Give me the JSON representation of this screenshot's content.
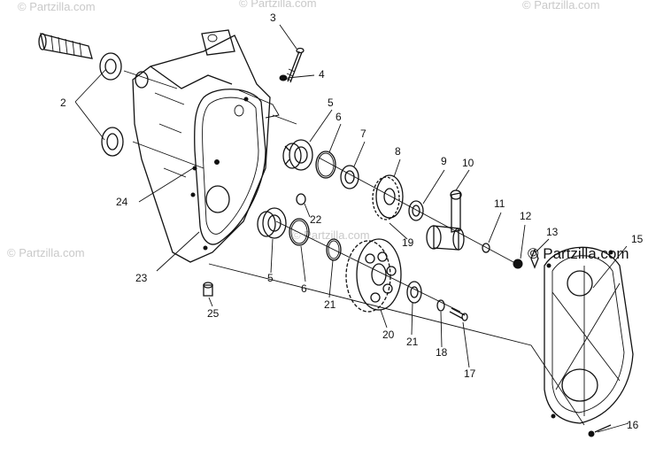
{
  "watermarks": {
    "main": "© Partzilla.com",
    "faint": "© Partzilla.com"
  },
  "callouts": [
    "2",
    "3",
    "4",
    "5",
    "6",
    "7",
    "8",
    "9",
    "10",
    "11",
    "12",
    "13",
    "15",
    "16",
    "17",
    "18",
    "19",
    "20",
    "21",
    "22",
    "23",
    "24",
    "25"
  ],
  "callout_second": {
    "5": "5",
    "6": "6",
    "21": "21"
  }
}
